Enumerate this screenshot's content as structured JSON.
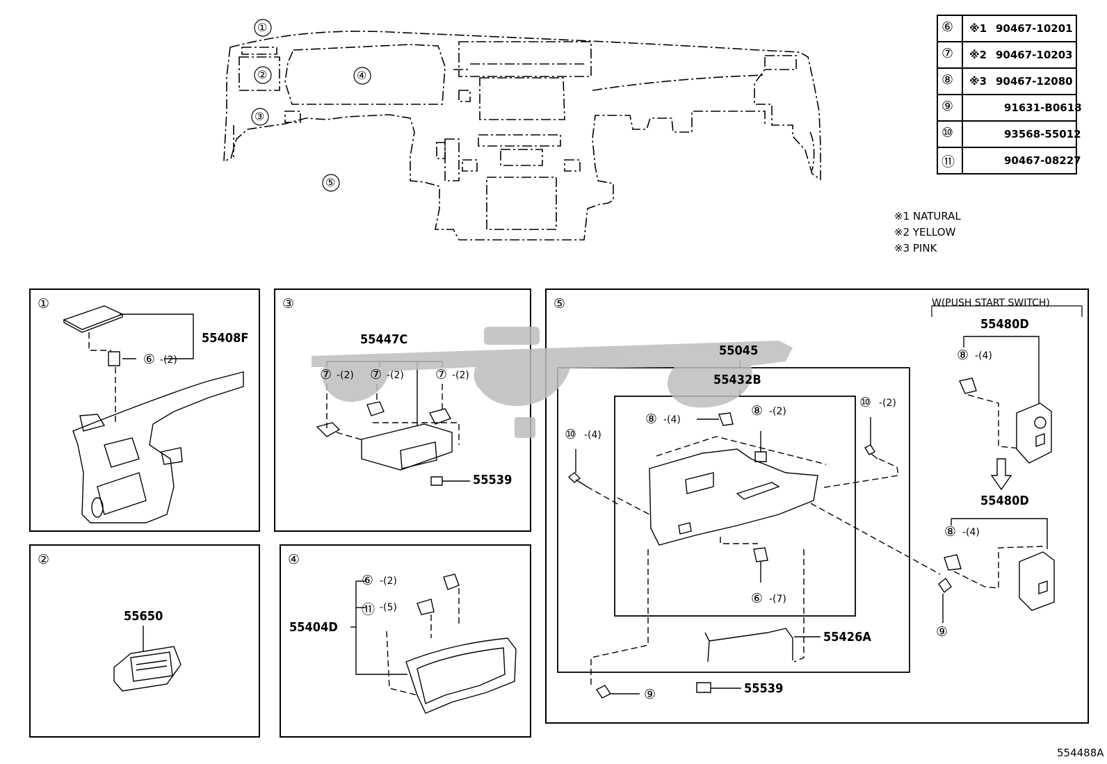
{
  "table": {
    "rows": [
      {
        "idx": "⑥",
        "note": "※1",
        "part": "90467-10201"
      },
      {
        "idx": "⑦",
        "note": "※2",
        "part": "90467-10203"
      },
      {
        "idx": "⑧",
        "note": "※3",
        "part": "90467-12080"
      },
      {
        "idx": "⑨",
        "note": "",
        "part": "91631-B0618"
      },
      {
        "idx": "⑩",
        "note": "",
        "part": "93568-55012"
      },
      {
        "idx": "⑪",
        "note": "",
        "part": "90467-08227"
      }
    ]
  },
  "notes": [
    "※1 NATURAL",
    "※2 YELLOW",
    "※3 PINK"
  ],
  "overview": {
    "callouts": [
      "①",
      "②",
      "③",
      "④",
      "⑤"
    ]
  },
  "panels": {
    "p1": {
      "num": "①",
      "part": "55408F",
      "clip": "⑥",
      "qty": "-(2)"
    },
    "p2": {
      "num": "②",
      "part": "55650"
    },
    "p3": {
      "num": "③",
      "part": "55447C",
      "clip": "⑦",
      "qty": "-(2)",
      "part2": "55539"
    },
    "p4": {
      "num": "④",
      "part": "55404D",
      "clip1": "⑥",
      "qty1": "-(2)",
      "clip2": "⑪",
      "qty2": "-(5)"
    },
    "p5": {
      "num": "⑤",
      "outer": "55045",
      "inner": "55432B",
      "c8a": "⑧",
      "q8a": "-(4)",
      "c8b": "⑧",
      "q8b": "-(2)",
      "c10a": "⑩",
      "q10a": "-(4)",
      "c10b": "⑩",
      "q10b": "-(2)",
      "c6": "⑥",
      "q6": "-(7)",
      "wire": "55426A",
      "c9a": "⑨",
      "c9b": "⑨",
      "clip": "55539",
      "variant": "W(PUSH START SWITCH)",
      "sw1": "55480D",
      "sw2": "55480D",
      "c8c": "⑧",
      "q8c": "-(4)",
      "c8d": "⑧",
      "q8d": "-(4)"
    }
  },
  "figure_id": "554488A",
  "watermark": "ﭼﻴﭙﻮ",
  "colors": {
    "ink": "#000000",
    "watermark": "#bdbdbd"
  }
}
